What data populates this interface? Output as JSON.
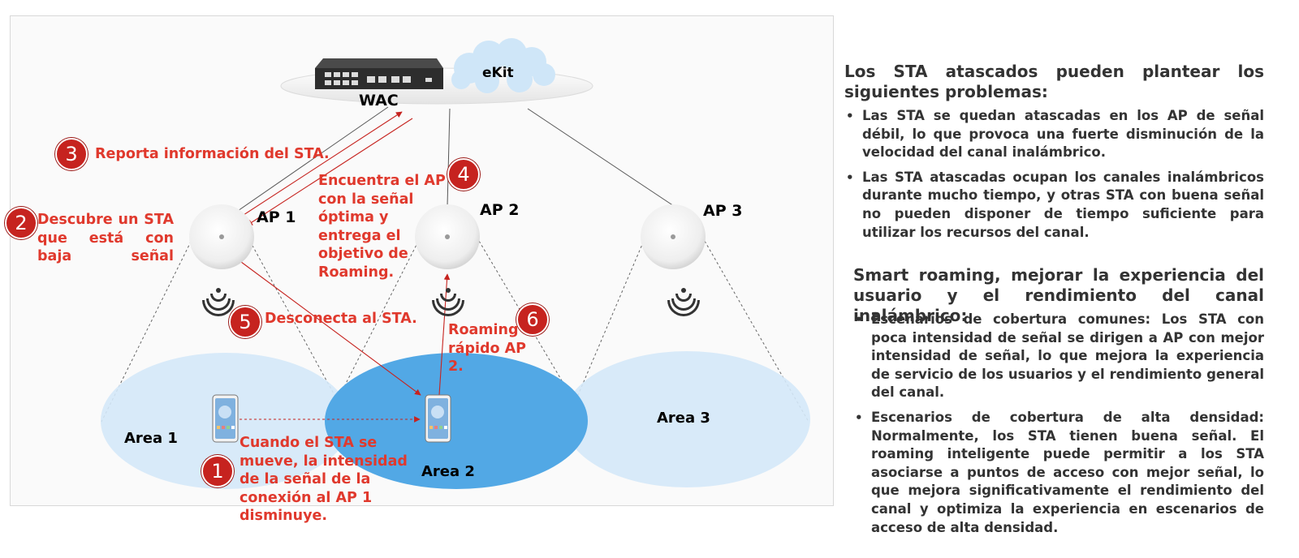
{
  "diagram": {
    "wac_label": "WAC",
    "cloud_label": "eKit",
    "aps": [
      {
        "label": "AP 1"
      },
      {
        "label": "AP 2"
      },
      {
        "label": "AP 3"
      }
    ],
    "areas": [
      {
        "label": "Area 1"
      },
      {
        "label": "Area 2"
      },
      {
        "label": "Area 3"
      }
    ],
    "steps": [
      {
        "number": "1",
        "text": "Cuando el STA se mueve, la intensidad de la señal de la conexión al AP 1 disminuye."
      },
      {
        "number": "2",
        "text": "Descubre un STA que está con baja señal"
      },
      {
        "number": "3",
        "text": "Reporta información del STA."
      },
      {
        "number": "4",
        "text": "Encuentra el AP con la señal óptima y entrega el objetivo de Roaming."
      },
      {
        "number": "5",
        "text": "Desconecta al STA."
      },
      {
        "number": "6",
        "text": "Roaming rápido AP 2."
      }
    ],
    "colors": {
      "accent_red": "#e0392d",
      "badge_red": "#c6231f",
      "area_light": "#d4e8f8",
      "area_active": "#52a8e5"
    }
  },
  "panel": {
    "problems_heading": "Los STA atascados pueden plantear los siguientes problemas:",
    "problems": [
      "Las STA se quedan atascadas en los AP de señal débil, lo que provoca una fuerte disminución de la velocidad del canal inalámbrico.",
      "Las STA atascadas ocupan los canales inalámbricos durante mucho tiempo, y otras STA con buena señal no pueden disponer de tiempo suficiente para utilizar los recursos del canal."
    ],
    "smart_heading": "Smart roaming, mejorar la experiencia del usuario y el rendimiento del canal inalámbrico:",
    "smart": [
      "Escenarios de cobertura comunes: Los STA con poca intensidad de señal se dirigen a AP con mejor intensidad de señal, lo que mejora la experiencia de servicio de los usuarios y el rendimiento general del canal.",
      "Escenarios de cobertura de alta densidad: Normalmente, los STA tienen buena señal. El roaming inteligente puede permitir a los STA asociarse a puntos de acceso con mejor señal, lo que mejora significativamente el rendimiento del canal y optimiza la experiencia en escenarios de acceso de alta densidad."
    ]
  }
}
